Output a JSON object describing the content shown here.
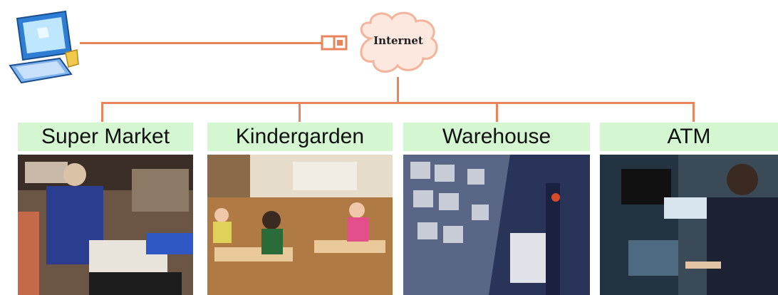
{
  "cloud": {
    "label": "Internet"
  },
  "nodes": [
    {
      "label": "Super Market"
    },
    {
      "label": "Kindergarden"
    },
    {
      "label": "Warehouse"
    },
    {
      "label": "ATM"
    }
  ],
  "colors": {
    "connector": "#e9855a",
    "label_bg": "#d4f7d2",
    "cloud_fill": "#fde8df"
  }
}
